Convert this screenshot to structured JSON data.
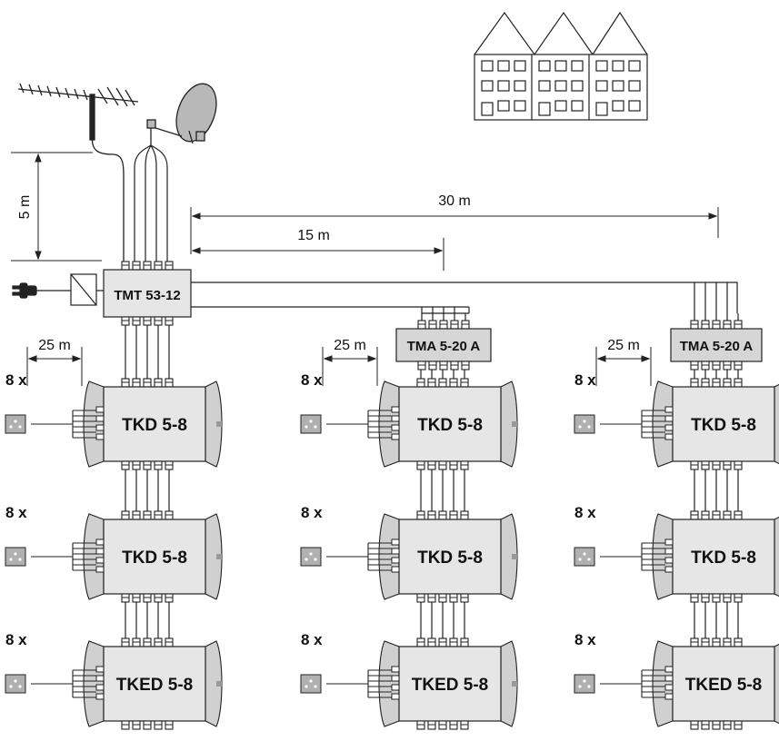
{
  "dimensions": {
    "height": "5 m",
    "dist_30": "30 m",
    "dist_15": "15 m",
    "tap_dist": "25 m"
  },
  "headend": {
    "label": "TMT 53-12"
  },
  "amplifiers": [
    {
      "label": "TMA 5-20 A"
    },
    {
      "label": "TMA 5-20 A"
    }
  ],
  "columns": [
    {
      "distance_label": "25 m",
      "units": [
        {
          "label": "TKD 5-8",
          "count": "8 x"
        },
        {
          "label": "TKD 5-8",
          "count": "8 x"
        },
        {
          "label": "TKED 5-8",
          "count": "8 x"
        }
      ]
    },
    {
      "distance_label": "25 m",
      "units": [
        {
          "label": "TKD 5-8",
          "count": "8 x"
        },
        {
          "label": "TKD 5-8",
          "count": "8 x"
        },
        {
          "label": "TKED 5-8",
          "count": "8 x"
        }
      ]
    },
    {
      "distance_label": "25 m",
      "units": [
        {
          "label": "TKD 5-8",
          "count": "8 x"
        },
        {
          "label": "TKD 5-8",
          "count": "8 x"
        },
        {
          "label": "TKED 5-8",
          "count": "8 x"
        }
      ]
    }
  ],
  "colors": {
    "line": "#222222",
    "box_fill": "#e6e6e6",
    "dish_fill": "#b8b8b8",
    "socket_fill": "#b0b0b0"
  },
  "icons": [
    "building-icon",
    "terrestrial-antenna-icon",
    "satellite-dish-icon",
    "power-plug-icon",
    "power-supply-icon",
    "wall-socket-icon"
  ]
}
